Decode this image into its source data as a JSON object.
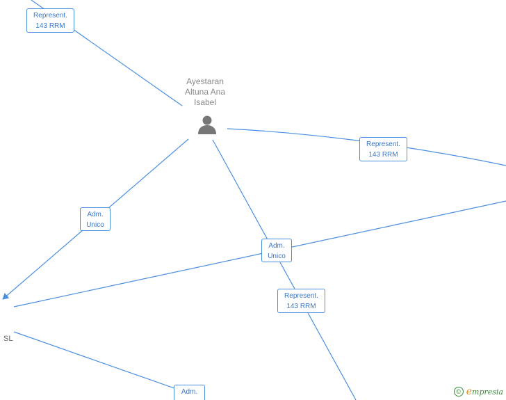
{
  "nodes": {
    "person": {
      "name_lines": [
        "Ayestaran",
        "Altuna Ana",
        "Isabel"
      ]
    },
    "company": {
      "name": "SL"
    }
  },
  "labels": {
    "top_left": {
      "line1": "Represent.",
      "line2": "143 RRM"
    },
    "right": {
      "line1": "Represent.",
      "line2": "143 RRM"
    },
    "adm_left": {
      "line1": "Adm.",
      "line2": "Unico"
    },
    "adm_center": {
      "line1": "Adm.",
      "line2": "Unico"
    },
    "lower_center": {
      "line1": "Represent.",
      "line2": "143 RRM"
    },
    "bottom": {
      "line1": "Adm.",
      "line2": ""
    }
  },
  "footer": {
    "copyright_symbol": "©",
    "brand_initial": "e",
    "brand_rest": "mpresia"
  },
  "colors": {
    "edge": "#4a8ee0",
    "label_text": "#3a78c8",
    "node_text": "#888888",
    "brand": "#3c8a3c"
  }
}
